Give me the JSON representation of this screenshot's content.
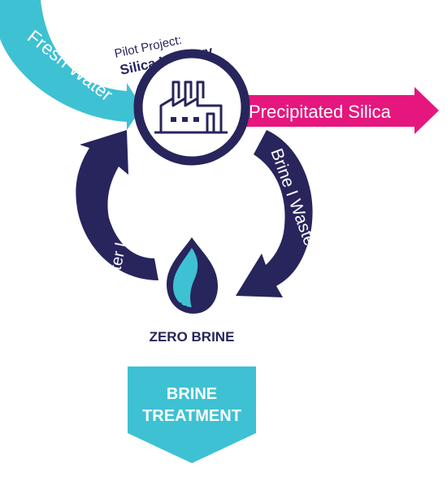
{
  "colors": {
    "navy": "#27255c",
    "teal": "#3ec1d3",
    "magenta": "#e5177e",
    "white": "#ffffff"
  },
  "pilot": {
    "line1": "Pilot Project:",
    "line2": "Silica Industry",
    "icon": "factory-icon"
  },
  "flows": {
    "fresh_water": "Fresh Water",
    "precipitated_silica": "Precipitated Silica",
    "brine_waste_heat": "Brine I Waste Heat",
    "water_heat_salts": "Water I Heat I Salts"
  },
  "zero_brine": {
    "label": "ZERO BRINE",
    "icon": "water-drop-icon"
  },
  "treatment": {
    "line1": "BRINE",
    "line2": "TREATMENT"
  }
}
